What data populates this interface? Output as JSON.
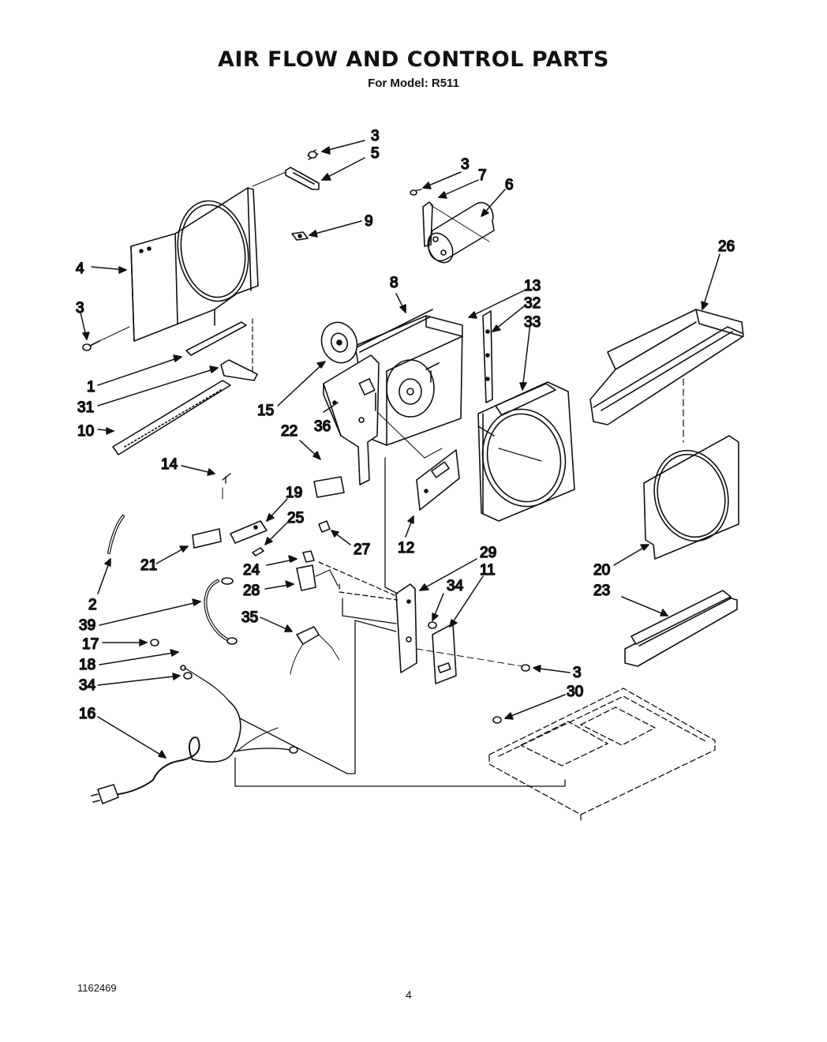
{
  "header": {
    "title": "AIR FLOW AND CONTROL PARTS",
    "subtitle": "For Model: R511"
  },
  "callouts": {
    "c3a": "3",
    "c5": "5",
    "c3b": "3",
    "c7": "7",
    "c6": "6",
    "c9": "9",
    "c26": "26",
    "c4": "4",
    "c3c": "3",
    "c8": "8",
    "c13": "13",
    "c32": "32",
    "c33": "33",
    "c1": "1",
    "c31": "31",
    "c10": "10",
    "c15": "15",
    "c36": "36",
    "c22": "22",
    "c14": "14",
    "c19": "19",
    "c25": "25",
    "c27": "27",
    "c12": "12",
    "c21": "21",
    "c29": "29",
    "c11": "11",
    "c24": "24",
    "c20": "20",
    "c23": "23",
    "c28": "28",
    "c34a": "34",
    "c2": "2",
    "c39": "39",
    "c35": "35",
    "c17": "17",
    "c18": "18",
    "c3d": "3",
    "c34b": "34",
    "c30": "30",
    "c16": "16"
  },
  "footer": {
    "doc_number": "1162469",
    "page_number": "4"
  }
}
